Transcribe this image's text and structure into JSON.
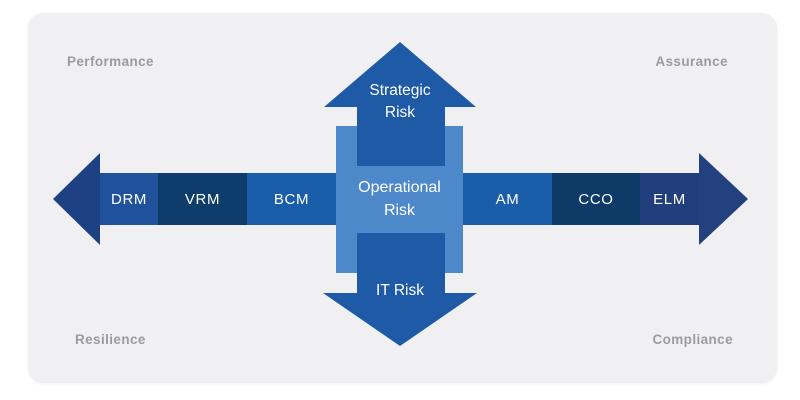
{
  "diagram_title": "Risk management cross diagram",
  "corners": {
    "top_left": "Performance",
    "top_right": "Assurance",
    "bottom_left": "Resilience",
    "bottom_right": "Compliance"
  },
  "vertical_arrow": {
    "up_label_line1": "Strategic",
    "up_label_line2": "Risk",
    "down_label": "IT Risk"
  },
  "center": {
    "line1": "Operational",
    "line2": "Risk"
  },
  "horizontal_segments": [
    {
      "label": "DRM",
      "color": "#20519c"
    },
    {
      "label": "VRM",
      "color": "#0e3d6b"
    },
    {
      "label": "BCM",
      "color": "#1a5da8"
    },
    {
      "label": "AM",
      "color": "#1a5da8"
    },
    {
      "label": "CCO",
      "color": "#0d3a66"
    },
    {
      "label": "ELM",
      "color": "#213f7d"
    }
  ],
  "colors": {
    "page_bg": "#ffffff",
    "card_bg": "#f0eff1",
    "corner_text": "#9c9ba0",
    "vertical_arrow": "#1e5aa6",
    "center_band": "#4d88cb",
    "head_left": "#1e4184",
    "head_right": "#24417f"
  }
}
